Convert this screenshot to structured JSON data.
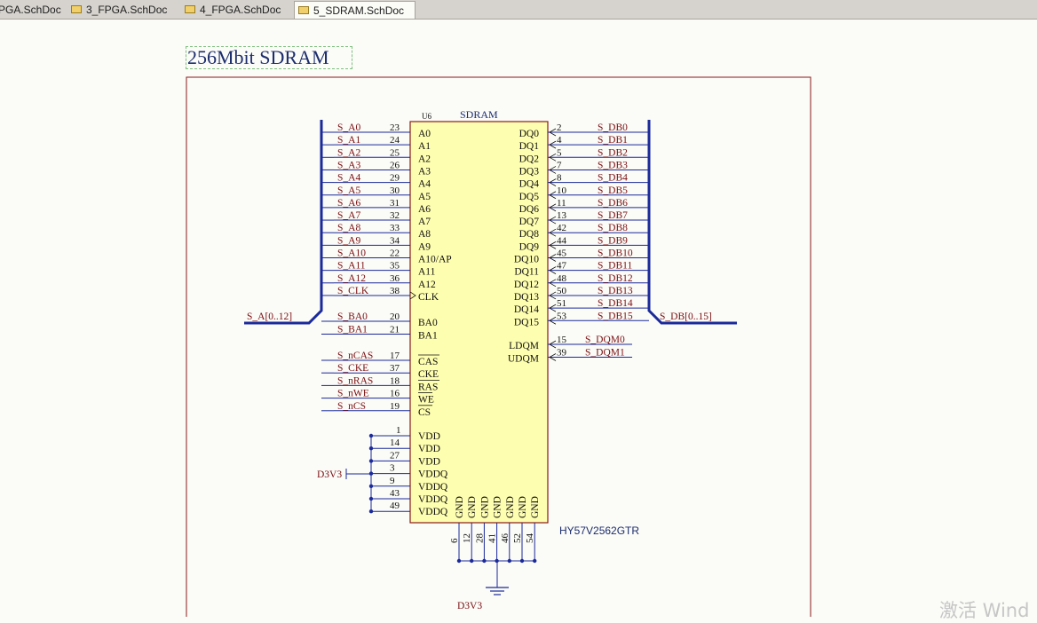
{
  "tabs": [
    {
      "label": "PGA.SchDoc"
    },
    {
      "label": "3_FPGA.SchDoc"
    },
    {
      "label": "4_FPGA.SchDoc"
    },
    {
      "label": "5_SDRAM.SchDoc",
      "active": true
    }
  ],
  "sheet": {
    "title": "256Mbit SDRAM",
    "component": {
      "designator": "U6",
      "comment": "SDRAM",
      "part_number": "HY57V2562GTR",
      "body_color": "#fefeb0"
    },
    "left_pins": [
      {
        "name": "A0",
        "num": "23",
        "net": "S_A0"
      },
      {
        "name": "A1",
        "num": "24",
        "net": "S_A1"
      },
      {
        "name": "A2",
        "num": "25",
        "net": "S_A2"
      },
      {
        "name": "A3",
        "num": "26",
        "net": "S_A3"
      },
      {
        "name": "A4",
        "num": "29",
        "net": "S_A4"
      },
      {
        "name": "A5",
        "num": "30",
        "net": "S_A5"
      },
      {
        "name": "A6",
        "num": "31",
        "net": "S_A6"
      },
      {
        "name": "A7",
        "num": "32",
        "net": "S_A7"
      },
      {
        "name": "A8",
        "num": "33",
        "net": "S_A8"
      },
      {
        "name": "A9",
        "num": "34",
        "net": "S_A9"
      },
      {
        "name": "A10/AP",
        "num": "22",
        "net": "S_A10"
      },
      {
        "name": "A11",
        "num": "35",
        "net": "S_A11"
      },
      {
        "name": "A12",
        "num": "36",
        "net": "S_A12"
      },
      {
        "name": "CLK",
        "num": "38",
        "net": "S_CLK"
      },
      {
        "name": "BA0",
        "num": "20",
        "net": "S_BA0"
      },
      {
        "name": "BA1",
        "num": "21",
        "net": "S_BA1"
      },
      {
        "name": "CAS",
        "num": "17",
        "net": "S_nCAS"
      },
      {
        "name": "CKE",
        "num": "37",
        "net": "S_CKE"
      },
      {
        "name": "RAS",
        "num": "18",
        "net": "S_nRAS"
      },
      {
        "name": "WE",
        "num": "16",
        "net": "S_nWE"
      },
      {
        "name": "CS",
        "num": "19",
        "net": "S_nCS"
      }
    ],
    "right_pins": [
      {
        "name": "DQ0",
        "num": "2",
        "net": "S_DB0"
      },
      {
        "name": "DQ1",
        "num": "4",
        "net": "S_DB1"
      },
      {
        "name": "DQ2",
        "num": "5",
        "net": "S_DB2"
      },
      {
        "name": "DQ3",
        "num": "7",
        "net": "S_DB3"
      },
      {
        "name": "DQ4",
        "num": "8",
        "net": "S_DB4"
      },
      {
        "name": "DQ5",
        "num": "10",
        "net": "S_DB5"
      },
      {
        "name": "DQ6",
        "num": "11",
        "net": "S_DB6"
      },
      {
        "name": "DQ7",
        "num": "13",
        "net": "S_DB7"
      },
      {
        "name": "DQ8",
        "num": "42",
        "net": "S_DB8"
      },
      {
        "name": "DQ9",
        "num": "44",
        "net": "S_DB9"
      },
      {
        "name": "DQ10",
        "num": "45",
        "net": "S_DB10"
      },
      {
        "name": "DQ11",
        "num": "47",
        "net": "S_DB11"
      },
      {
        "name": "DQ12",
        "num": "48",
        "net": "S_DB12"
      },
      {
        "name": "DQ13",
        "num": "50",
        "net": "S_DB13"
      },
      {
        "name": "DQ14",
        "num": "51",
        "net": "S_DB14"
      },
      {
        "name": "DQ15",
        "num": "53",
        "net": "S_DB15"
      },
      {
        "name": "LDQM",
        "num": "15",
        "net": "S_DQM0"
      },
      {
        "name": "UDQM",
        "num": "39",
        "net": "S_DQM1"
      }
    ],
    "power_pins": [
      {
        "name": "VDD",
        "num": "1"
      },
      {
        "name": "VDD",
        "num": "14"
      },
      {
        "name": "VDD",
        "num": "27"
      },
      {
        "name": "VDDQ",
        "num": "3"
      },
      {
        "name": "VDDQ",
        "num": "9"
      },
      {
        "name": "VDDQ",
        "num": "43"
      },
      {
        "name": "VDDQ",
        "num": "49"
      }
    ],
    "gnd_pins": [
      {
        "name": "GND",
        "num": "6"
      },
      {
        "name": "GND",
        "num": "12"
      },
      {
        "name": "GND",
        "num": "28"
      },
      {
        "name": "GND",
        "num": "41"
      },
      {
        "name": "GND",
        "num": "46"
      },
      {
        "name": "GND",
        "num": "52"
      },
      {
        "name": "GND",
        "num": "54"
      }
    ],
    "bus_left": "S_A[0..12]",
    "bus_right": "S_DB[0..15]",
    "power_net_left": "D3V3",
    "power_net_bottom": "D3V3"
  },
  "watermark": "激活 Wind"
}
